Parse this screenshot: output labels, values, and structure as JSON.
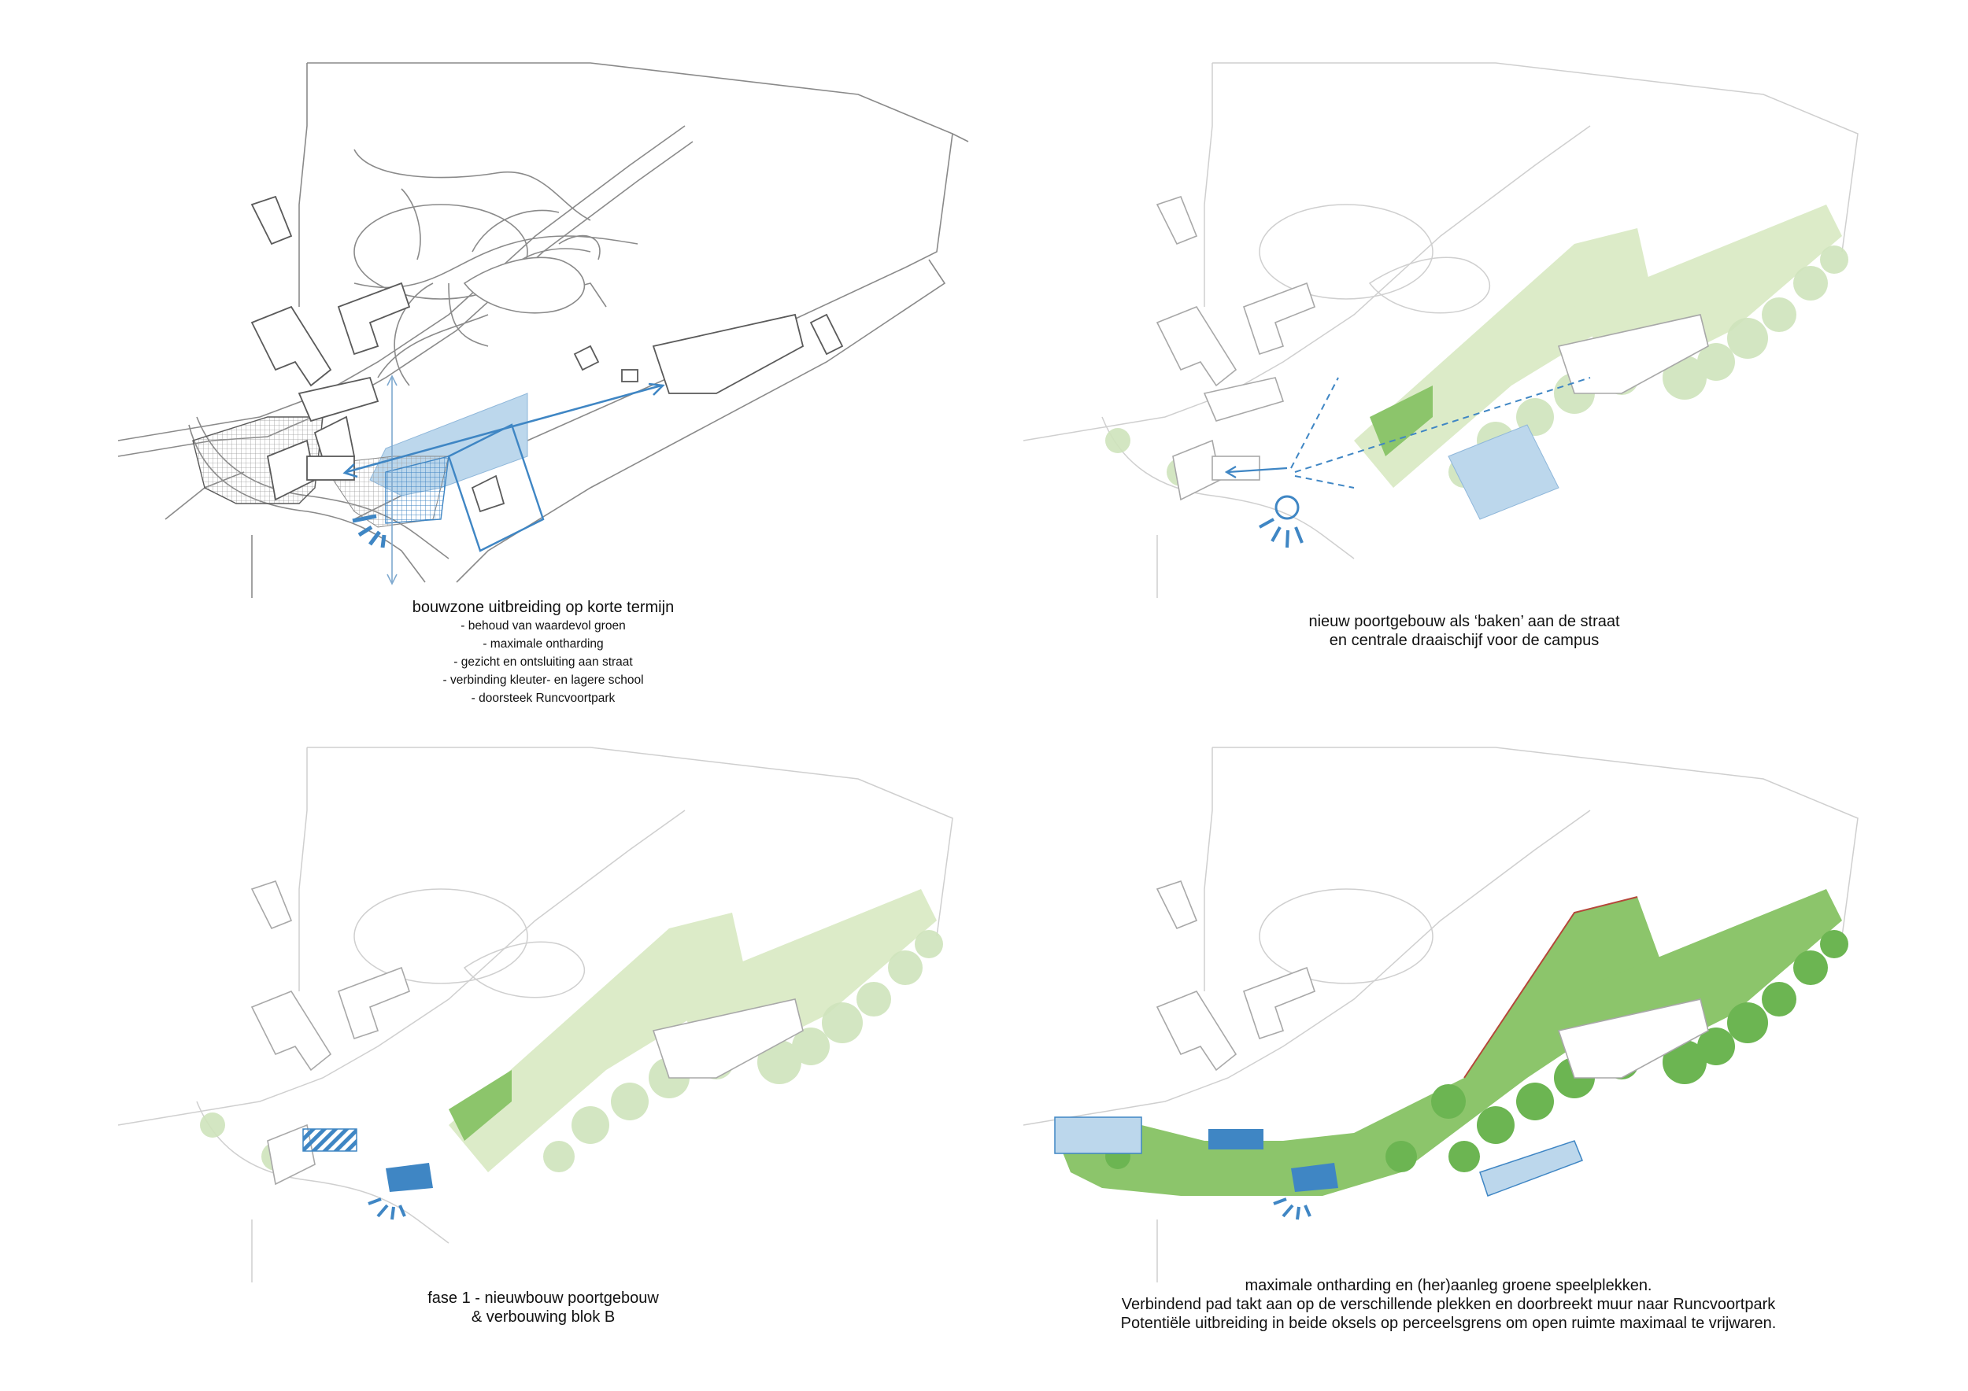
{
  "panels": [
    {
      "caption_title": "bouwzone uitbreiding op korte termijn",
      "caption_items": [
        "- behoud van waardevol groen",
        "- maximale ontharding",
        "- gezicht en ontsluiting aan straat",
        "- verbinding kleuter- en lagere school",
        "- doorsteek Runcvoortpark"
      ]
    },
    {
      "caption_lines": [
        "nieuw poortgebouw als ‘baken’ aan de straat",
        "en centrale draaischijf voor de campus"
      ]
    },
    {
      "caption_lines": [
        "fase 1 - nieuwbouw poortgebouw",
        "&  verbouwing blok B"
      ]
    },
    {
      "caption_lines": [
        "maximale ontharding en (her)aanleg groene speelplekken.",
        "Verbindend pad takt aan op de verschillende plekken en doorbreekt muur naar Runcvoortpark",
        "Potentiële uitbreiding in beide oksels op perceelsgrens om open ruimte maximaal te vrijwaren."
      ]
    }
  ],
  "colors": {
    "accent_blue": "#3f86c4",
    "light_blue": "#bcd7ec",
    "light_green": "#dcebc8",
    "mid_green": "#8cc56b",
    "tree_green": "#6cb552",
    "boundary_red": "#b5473a"
  }
}
